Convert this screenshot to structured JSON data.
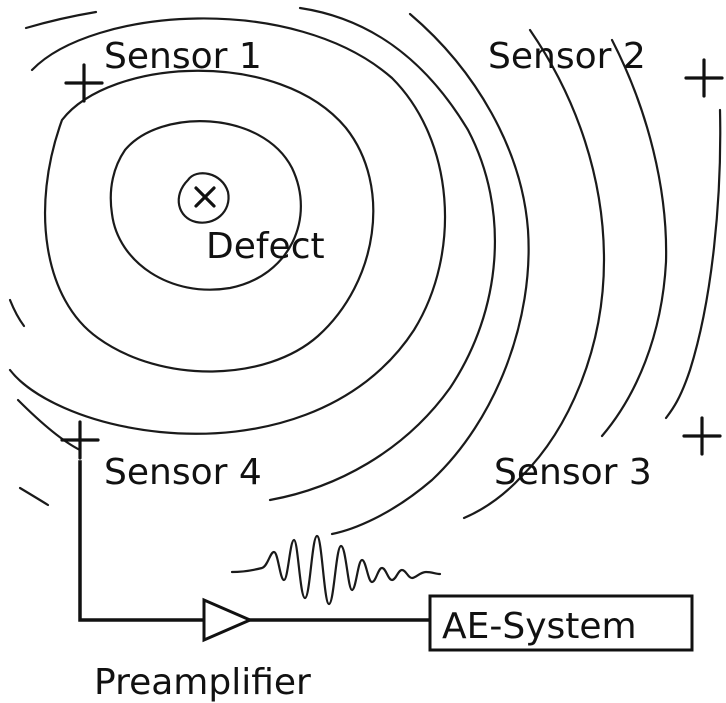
{
  "diagram": {
    "labels": {
      "sensor1": "Sensor 1",
      "sensor2": "Sensor 2",
      "sensor3": "Sensor 3",
      "sensor4": "Sensor 4",
      "defect": "Defect",
      "preamplifier": "Preamplifier",
      "ae_system": "AE-System"
    },
    "colors": {
      "line": "#111111",
      "background": "#ffffff"
    },
    "icons": {
      "defect_marker": "x-mark",
      "sensor_marker": "plus-mark",
      "amplifier": "triangle"
    }
  }
}
